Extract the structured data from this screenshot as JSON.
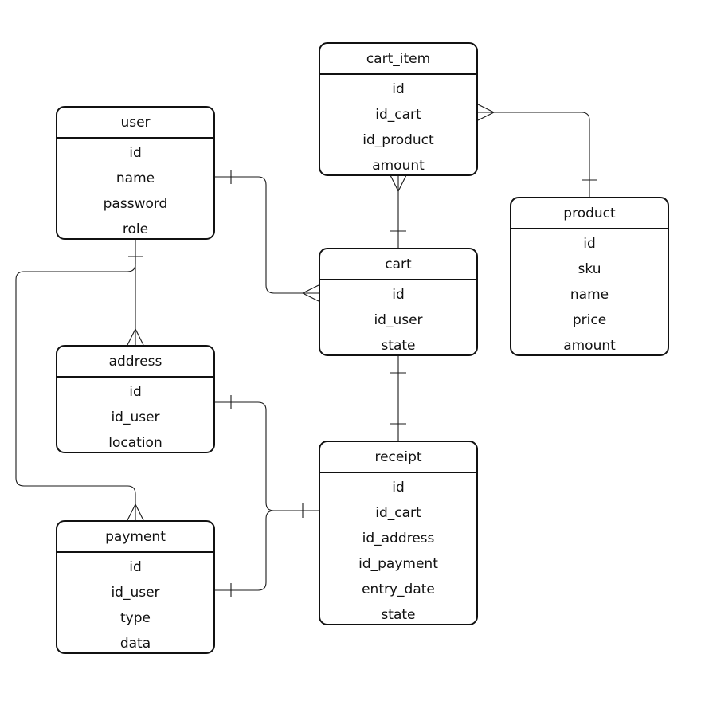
{
  "diagram": {
    "entities": {
      "cart_item": {
        "name": "cart_item",
        "fields": [
          "id",
          "id_cart",
          "id_product",
          "amount"
        ]
      },
      "user": {
        "name": "user",
        "fields": [
          "id",
          "name",
          "password",
          "role"
        ]
      },
      "product": {
        "name": "product",
        "fields": [
          "id",
          "sku",
          "name",
          "price",
          "amount"
        ]
      },
      "cart": {
        "name": "cart",
        "fields": [
          "id",
          "id_user",
          "state"
        ]
      },
      "address": {
        "name": "address",
        "fields": [
          "id",
          "id_user",
          "location"
        ]
      },
      "receipt": {
        "name": "receipt",
        "fields": [
          "id",
          "id_cart",
          "id_address",
          "id_payment",
          "entry_date",
          "state"
        ]
      },
      "payment": {
        "name": "payment",
        "fields": [
          "id",
          "id_user",
          "type",
          "data"
        ]
      }
    },
    "relationships": [
      {
        "from": "user",
        "from_cardinality": "one",
        "to": "cart",
        "to_cardinality": "many"
      },
      {
        "from": "cart",
        "from_cardinality": "one",
        "to": "cart_item",
        "to_cardinality": "many"
      },
      {
        "from": "product",
        "from_cardinality": "one",
        "to": "cart_item",
        "to_cardinality": "many"
      },
      {
        "from": "user",
        "from_cardinality": "one",
        "to": "address",
        "to_cardinality": "many"
      },
      {
        "from": "user",
        "from_cardinality": "one",
        "to": "payment",
        "to_cardinality": "many"
      },
      {
        "from": "cart",
        "from_cardinality": "one",
        "to": "receipt",
        "to_cardinality": "one"
      },
      {
        "from": "address",
        "from_cardinality": "one",
        "to": "receipt",
        "to_cardinality": "one"
      },
      {
        "from": "payment",
        "from_cardinality": "one",
        "to": "receipt",
        "to_cardinality": "one"
      }
    ]
  }
}
